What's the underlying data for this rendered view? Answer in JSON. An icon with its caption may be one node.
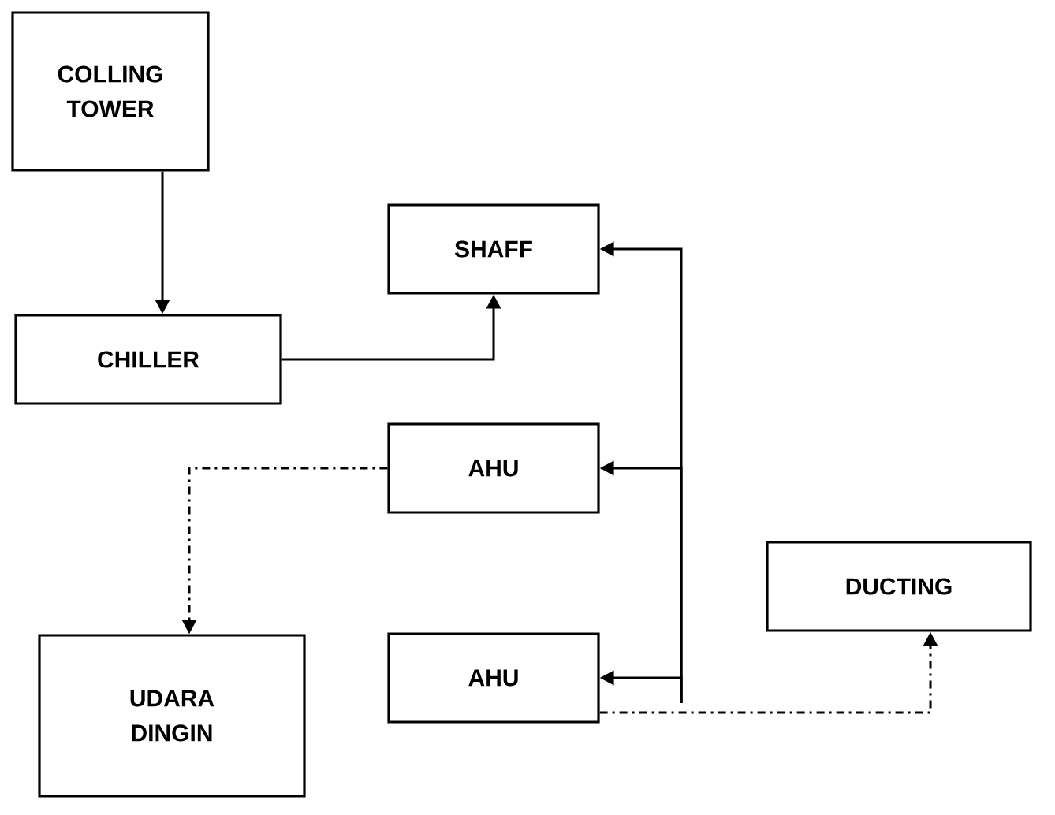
{
  "diagram": {
    "nodes": [
      {
        "text": [
          "COLLING TOWER"
        ]
      },
      {
        "text": [
          "CHILLER"
        ]
      },
      {
        "text": [
          "SHAFF"
        ]
      },
      {
        "text": [
          "AHU"
        ]
      },
      {
        "text": [
          "UDARA DINGIN"
        ]
      },
      {
        "text": [
          "DUCTING"
        ]
      },
      {
        "text": [
          "AHU"
        ]
      }
    ],
    "edges": [
      {
        "from": 0,
        "to": 1,
        "arrow": "to"
      },
      {
        "from": 1,
        "to": 2,
        "arrow": "to"
      },
      {
        "from": null,
        "to": 2,
        "arrow": "to"
      },
      {
        "from": null,
        "to": 3,
        "arrow": "to"
      },
      {
        "from": null,
        "to": 6,
        "arrow": "to"
      },
      {
        "from": 3,
        "to": 4,
        "arrow": "to",
        "style": "dashed"
      },
      {
        "from": 6,
        "to": 5,
        "arrow": "to",
        "style": "dashed"
      }
    ]
  }
}
